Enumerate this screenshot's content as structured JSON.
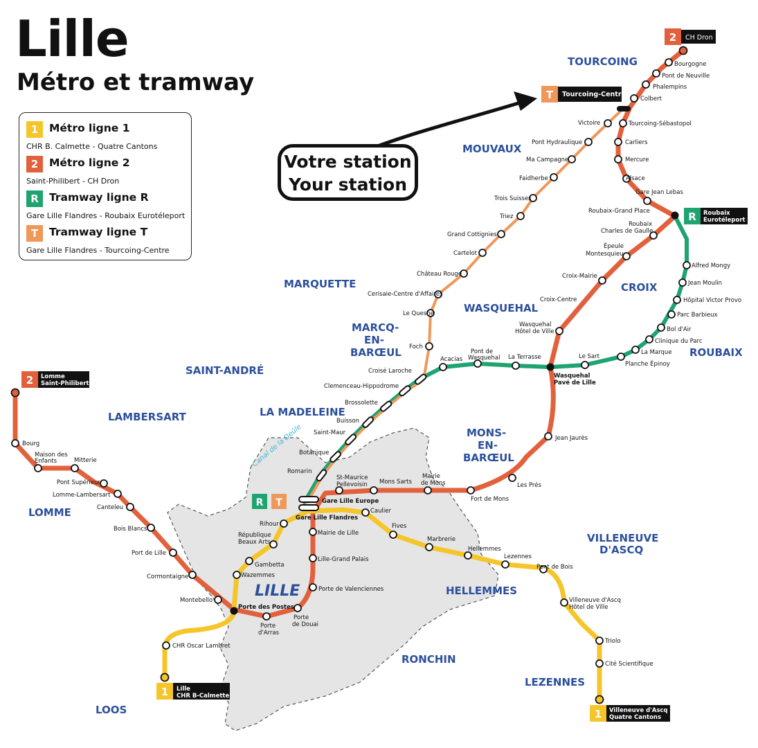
{
  "title": "Lille",
  "subtitle": "Métro et tramway",
  "callout": {
    "line1": "Votre station",
    "line2": "Your station"
  },
  "colors": {
    "line1": "#f5c52a",
    "line2": "#e2613d",
    "lineR": "#1fa371",
    "lineT": "#f0975a",
    "district": "#2b4f9c",
    "canal": "#3fb4d6",
    "terminal_bg": "#111111"
  },
  "legend": [
    {
      "badge": "1",
      "name": "Métro ligne 1",
      "sub": "CHR B. Calmette - Quatre Cantons",
      "color": "#f5c52a"
    },
    {
      "badge": "2",
      "name": "Métro ligne 2",
      "sub": "Saint-Philibert - CH Dron",
      "color": "#e2613d"
    },
    {
      "badge": "R",
      "name": "Tramway ligne R",
      "sub": "Gare Lille Flandres - Roubaix Eurotéleport",
      "color": "#1fa371"
    },
    {
      "badge": "T",
      "name": "Tramway ligne T",
      "sub": "Gare Lille Flandres - Tourcoing-Centre",
      "color": "#f0975a"
    }
  ],
  "districts": [
    "TOURCOING",
    "MOUVAUX",
    "MARQUETTE",
    "WASQUEHAL",
    "CROIX",
    "ROUBAIX",
    "MARCQ-",
    "EN-",
    "BARŒUL",
    "SAINT-ANDRÉ",
    "LAMBERSART",
    "LA MADELEINE",
    "MONS-",
    "EN-",
    "BARŒUL",
    "LOMME",
    "LILLE",
    "VILLENEUVE",
    "D'ASCQ",
    "HELLEMMES",
    "RONCHIN",
    "LEZENNES",
    "LOOS"
  ],
  "canal_label": "Canal de la Deûle",
  "terminals": {
    "ch_dron": {
      "badge": "2",
      "label": "CH Dron"
    },
    "tourcoing_centre": {
      "badge": "T",
      "label": "Tourcoing-Centre"
    },
    "roubaix_euro": {
      "badge": "R",
      "line1": "Roubaix",
      "line2": "Eurotéleport"
    },
    "lomme_sp": {
      "badge": "2",
      "line1": "Lomme",
      "line2": "Saint-Philibert"
    },
    "chr_calmette": {
      "badge": "1",
      "line1": "Lille",
      "line2": "CHR B-Calmette"
    },
    "quatre_cantons": {
      "badge": "1",
      "line1": "Villeneuve d'Ascq",
      "line2": "Quatre Cantons"
    },
    "gare_badges": [
      "R",
      "T"
    ]
  },
  "stations": [
    "Bourgogne",
    "Pont de Neuville",
    "Phalempins",
    "Colbert",
    "Tourcoing-Sébastopol",
    "Carliers",
    "Mercure",
    "Alsace",
    "Gare Jean Lebas",
    "Roubaix-Grand Place",
    "Roubaix",
    "Charles de Gaulle",
    "Épeule",
    "Montesquieu",
    "Croix-Mairie",
    "Croix-Centre",
    "Wasquehal",
    "Hôtel de Ville",
    "Wasquehal",
    "Pavé de Lille",
    "Jean Jaurès",
    "Les Prés",
    "Fort de Mons",
    "Mairie",
    "de Mons",
    "Mons Sarts",
    "St-Maurice",
    "Pellevoisin",
    "Gare Lille Europe",
    "Gare Lille Flandres",
    "Mairie de Lille",
    "Lille-Grand Palais",
    "Porte de Valenciennes",
    "Porte",
    "de Douai",
    "Porte",
    "d'Arras",
    "Porte des Postes",
    "Montebello",
    "Cormontaigne",
    "Port de Lille",
    "Bois Blancs",
    "Canteleu",
    "Lomme-Lambersart",
    "Pont Supérieur",
    "Mitterie",
    "Maison des",
    "Enfants",
    "Bourg",
    "Victoire",
    "Pont Hydraulique",
    "Ma Campagne",
    "Faidherbe",
    "Trois Suisses",
    "Triez",
    "Grand Cottignies",
    "Cartelot",
    "Château Rouge",
    "Cerisaie-Centre d'Affaires",
    "Le Quesne",
    "Foch",
    "Croisé Laroche",
    "Clemenceau-Hippodrome",
    "Brossolette",
    "Buisson",
    "Saint-Maur",
    "Botanique",
    "Romarin",
    "Alfred Mongy",
    "Jean Moulin",
    "Hôpital Victor Provo",
    "Parc Barbieux",
    "Bol d'Air",
    "Clinique du Parc",
    "La Marque",
    "Planche Épinoy",
    "Le Sart",
    "La Terrasse",
    "Pont de",
    "Wasquehal",
    "Acacias",
    "Rihour",
    "République",
    "Beaux Arts",
    "Gambetta",
    "Wazemmes",
    "CHR Oscar Lambret",
    "Caulier",
    "Fives",
    "Marbrerie",
    "Hellemmes",
    "Lezennes",
    "Pont de Bois",
    "Villeneuve d'Ascq",
    "Hôtel de Ville",
    "Triolo",
    "Cité Scientifique"
  ]
}
